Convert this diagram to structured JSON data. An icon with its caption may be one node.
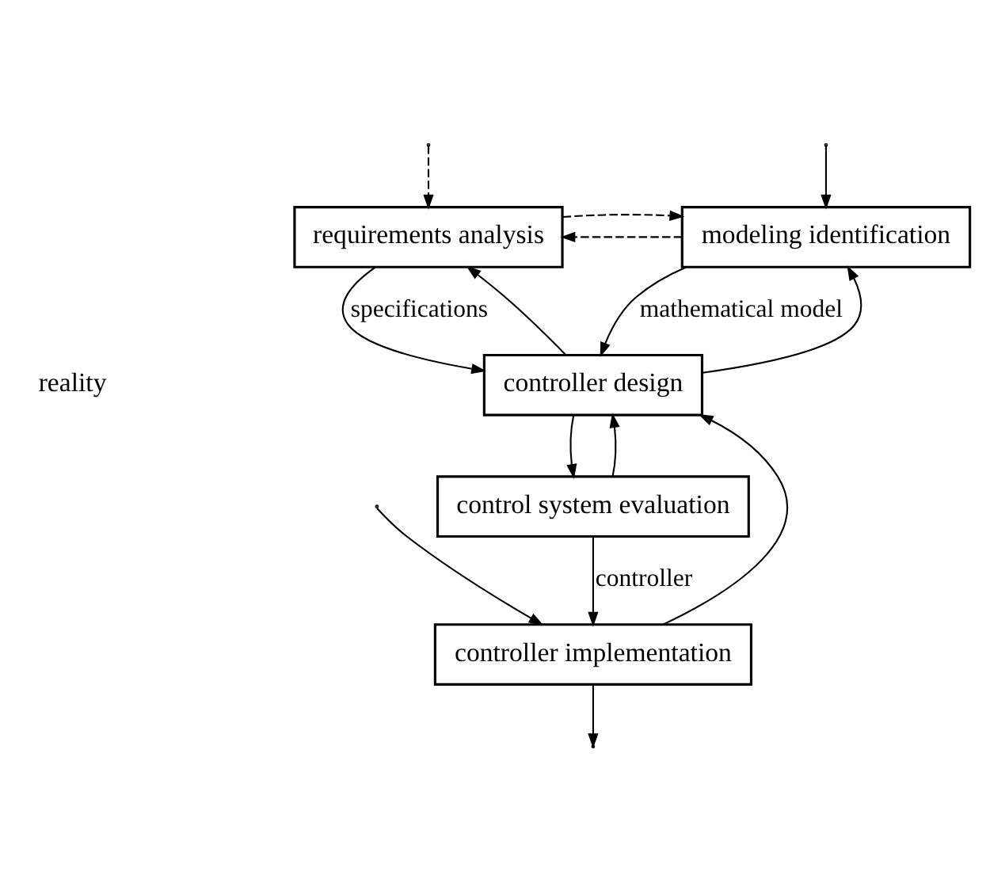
{
  "diagram": {
    "nodes": [
      {
        "text": [
          "modeling identification"
        ]
      },
      {
        "text": [
          "requirements analysis"
        ]
      },
      {
        "text": [
          "controller design"
        ]
      },
      {
        "text": [
          "control system evaluation"
        ]
      },
      {
        "text": [
          "controller implementation"
        ]
      }
    ],
    "edges": [
      {
        "from": null,
        "to": 0,
        "arrow": "to"
      },
      {
        "from": null,
        "to": 1,
        "arrow": "to",
        "style": "dashed"
      },
      {
        "from": 0,
        "to": 1,
        "arrow": "to",
        "style": "dashed"
      },
      {
        "from": 1,
        "to": 0,
        "arrow": "to",
        "style": "dashed"
      },
      {
        "from": 0,
        "to": 2,
        "arrow": "to",
        "label": "mathematical model"
      },
      {
        "from": 2,
        "to": 0,
        "arrow": "to"
      },
      {
        "from": 2,
        "to": 1,
        "arrow": "to"
      },
      {
        "from": 1,
        "to": 2,
        "arrow": "to",
        "label": "specifications"
      },
      {
        "from": 2,
        "to": 3,
        "arrow": "to"
      },
      {
        "from": 3,
        "to": 2,
        "arrow": "to"
      },
      {
        "from": 3,
        "to": 4,
        "arrow": "to",
        "label": "controller"
      },
      {
        "from": 4,
        "to": 2,
        "arrow": "to"
      },
      {
        "from": null,
        "to": 4,
        "arrow": "to"
      },
      {
        "from": 4,
        "to": null,
        "arrow": "to"
      }
    ],
    "labels": [
      "reality"
    ]
  }
}
